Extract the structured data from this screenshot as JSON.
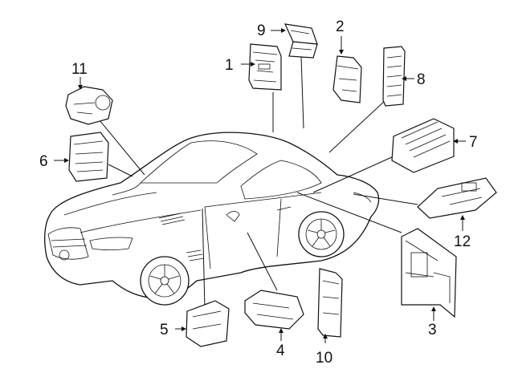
{
  "callouts": [
    {
      "id": "1",
      "label": "1"
    },
    {
      "id": "2",
      "label": "2"
    },
    {
      "id": "3",
      "label": "3"
    },
    {
      "id": "4",
      "label": "4"
    },
    {
      "id": "5",
      "label": "5"
    },
    {
      "id": "6",
      "label": "6"
    },
    {
      "id": "7",
      "label": "7"
    },
    {
      "id": "8",
      "label": "8"
    },
    {
      "id": "9",
      "label": "9"
    },
    {
      "id": "10",
      "label": "10"
    },
    {
      "id": "11",
      "label": "11"
    },
    {
      "id": "12",
      "label": "12"
    }
  ],
  "colors": {
    "line": "#111111",
    "background": "#ffffff"
  }
}
